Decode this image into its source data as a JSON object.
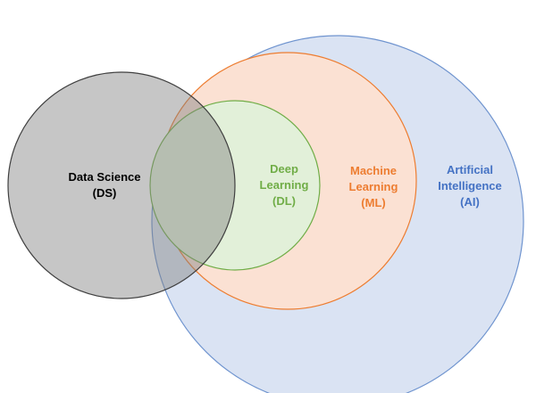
{
  "diagram": {
    "sets": [
      {
        "id": "ai",
        "lines": [
          "Artificial",
          "Intelligence",
          "(AI)"
        ],
        "fill": "#dae3f3",
        "stroke": "#6f94cf",
        "text_color": "#4472c4"
      },
      {
        "id": "ml",
        "lines": [
          "Machine",
          "Learning",
          "(ML)"
        ],
        "fill": "#fbe1d3",
        "stroke": "#ed7d31",
        "text_color": "#ed7d31"
      },
      {
        "id": "dl",
        "lines": [
          "Deep",
          "Learning",
          "(DL)"
        ],
        "fill": "#e2f0d9",
        "stroke": "#70ad47",
        "text_color": "#70ad47"
      },
      {
        "id": "ds",
        "lines": [
          "Data Science",
          "(DS)"
        ],
        "fill": "#808080",
        "stroke": "#404040",
        "text_color": "#000000"
      }
    ]
  }
}
